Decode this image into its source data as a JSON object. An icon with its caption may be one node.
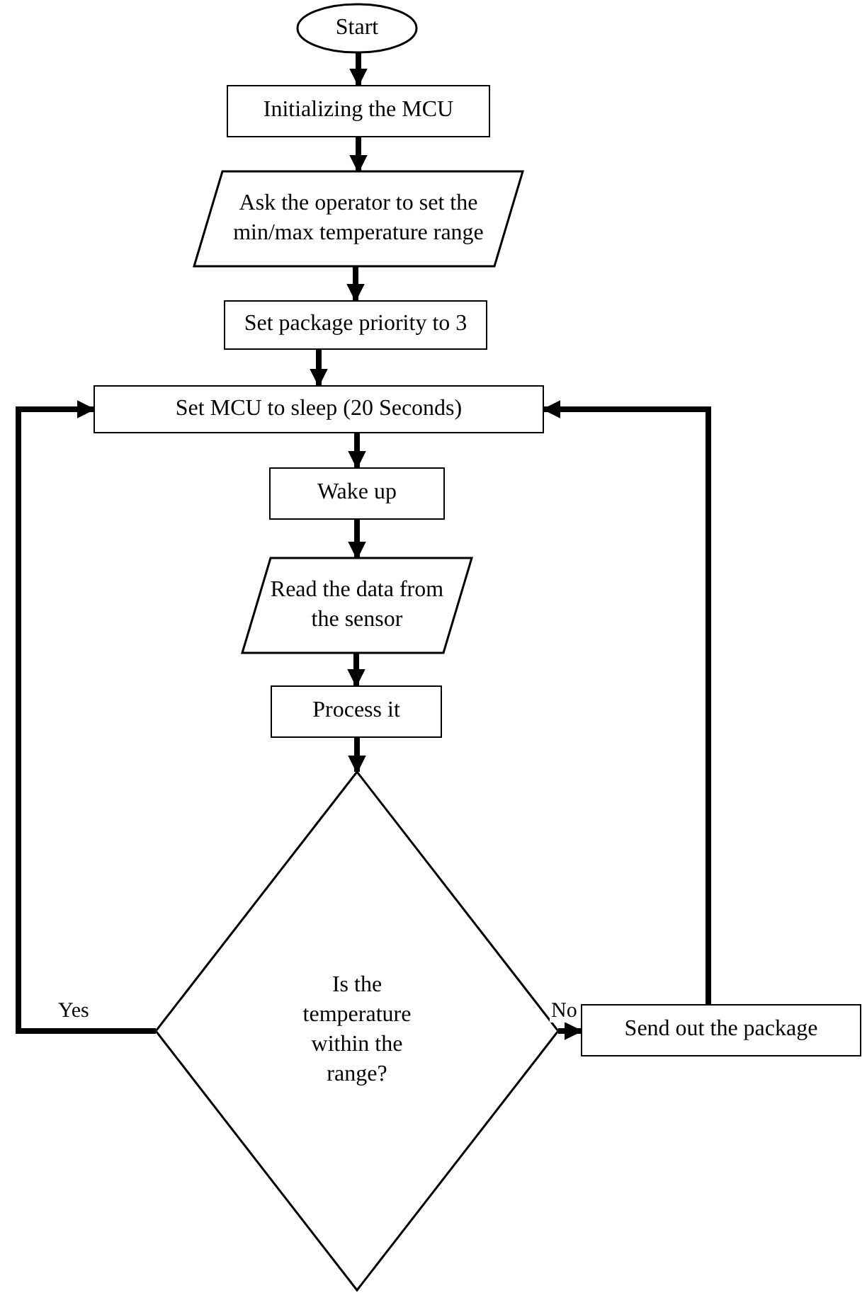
{
  "diagram": {
    "nodes": [
      {
        "text": [
          "Start"
        ]
      },
      {
        "text": [
          "Initializing the MCU"
        ]
      },
      {
        "text": [
          "Ask the operator to set the min/max temperature range"
        ]
      },
      {
        "text": [
          "Set package priority to 3"
        ]
      },
      {
        "text": [
          "Set MCU to sleep (20 Seconds)"
        ]
      },
      {
        "text": [
          "Wake up"
        ]
      },
      {
        "text": [
          "Read the data from the sensor"
        ]
      },
      {
        "text": [
          "Process it"
        ]
      },
      {
        "text": [
          "Is the temperature within the range?"
        ]
      },
      {
        "text": [
          "Send out the package"
        ]
      }
    ],
    "edges": [
      {
        "from": 0,
        "to": 1,
        "arrow": "to"
      },
      {
        "from": 1,
        "to": 2,
        "arrow": "to"
      },
      {
        "from": 2,
        "to": 3,
        "arrow": "to"
      },
      {
        "from": 3,
        "to": 4,
        "arrow": "to"
      },
      {
        "from": 4,
        "to": 5,
        "arrow": "to"
      },
      {
        "from": 5,
        "to": 6,
        "arrow": "to"
      },
      {
        "from": 6,
        "to": 7,
        "arrow": "to"
      },
      {
        "from": 7,
        "to": 8,
        "arrow": "to"
      },
      {
        "from": 8,
        "to": 4,
        "arrow": "to",
        "label": "Yes"
      },
      {
        "from": 8,
        "to": 9,
        "arrow": "to",
        "label": "No"
      },
      {
        "from": 9,
        "to": 4,
        "arrow": "to"
      }
    ]
  }
}
